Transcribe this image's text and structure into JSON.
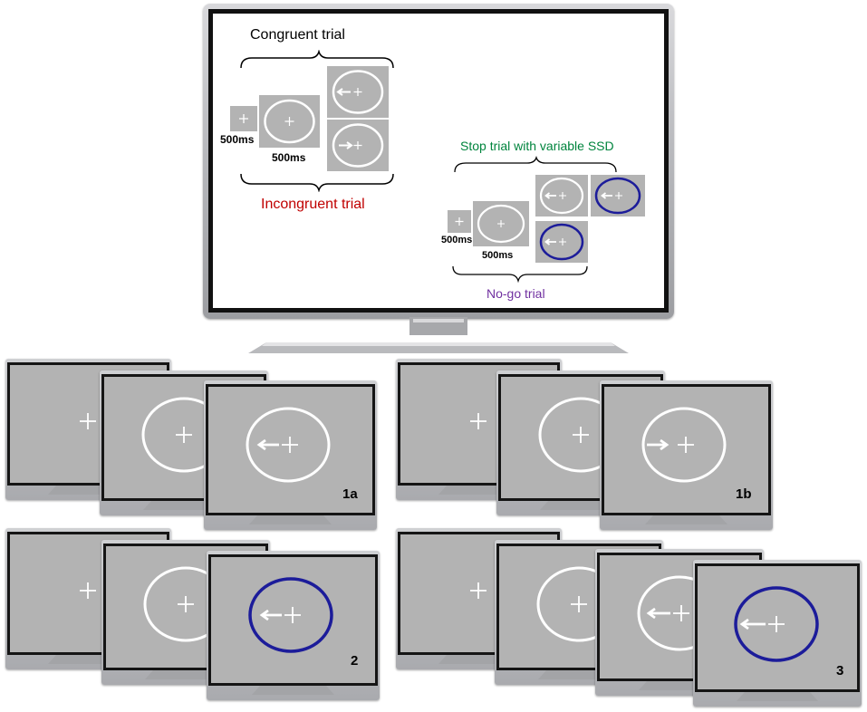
{
  "top_panel": {
    "congruent_label": "Congruent trial",
    "incongruent_label": "Incongruent trial",
    "stop_label": "Stop trial with variable SSD",
    "nogo_label": "No-go trial",
    "fixation_duration_left": "500ms",
    "cue_duration_left": "500ms",
    "fixation_duration_right": "500ms",
    "cue_duration_right": "500ms"
  },
  "sequence_labels": [
    "1a",
    "1b",
    "2",
    "3"
  ],
  "colors": {
    "congruent": "#000000",
    "incongruent": "#c00000",
    "stop": "#00843d",
    "nogo": "#7030a0",
    "stimulus_gray": "#b3b3b3",
    "white_circle": "#ffffff",
    "stop_circle": "#1c1c9a"
  },
  "icons": [
    "fixation-cross-icon",
    "left-arrow-icon",
    "right-arrow-icon",
    "white-circle-icon",
    "blue-circle-icon"
  ]
}
